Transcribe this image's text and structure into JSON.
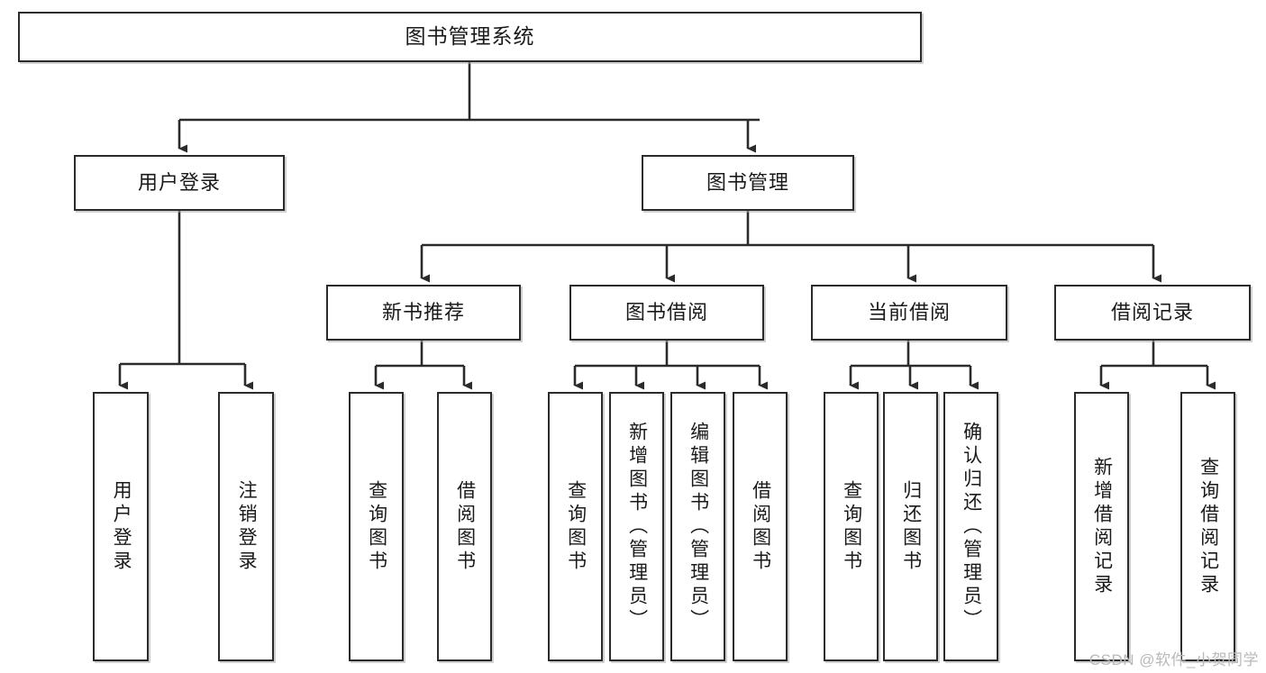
{
  "diagram": {
    "title": "图书管理系统",
    "type": "tree-hierarchy",
    "watermark": "CSDN @软件_小贺同学",
    "colors": {
      "box_border": "#2b2b2b",
      "box_fill": "#ffffff",
      "connector": "#333333",
      "text": "#1a1a1a",
      "watermark": "#b9b9b9"
    },
    "root": {
      "label": "图书管理系统"
    },
    "level2": [
      {
        "label": "用户登录"
      },
      {
        "label": "图书管理"
      }
    ],
    "level3": [
      {
        "label": "新书推荐"
      },
      {
        "label": "图书借阅"
      },
      {
        "label": "当前借阅"
      },
      {
        "label": "借阅记录"
      }
    ],
    "leaves": {
      "user_login": [
        {
          "label": "用户登录"
        },
        {
          "label": "注销登录"
        }
      ],
      "new_book": [
        {
          "label": "查询图书"
        },
        {
          "label": "借阅图书"
        }
      ],
      "book_borrow": [
        {
          "label": "查询图书"
        },
        {
          "label": "新增图书（管理员）"
        },
        {
          "label": "编辑图书（管理员）"
        },
        {
          "label": "借阅图书"
        }
      ],
      "current_borrow": [
        {
          "label": "查询图书"
        },
        {
          "label": "归还图书"
        },
        {
          "label": "确认归还（管理员）"
        }
      ],
      "borrow_record": [
        {
          "label": "新增借阅记录"
        },
        {
          "label": "查询借阅记录"
        }
      ]
    }
  }
}
